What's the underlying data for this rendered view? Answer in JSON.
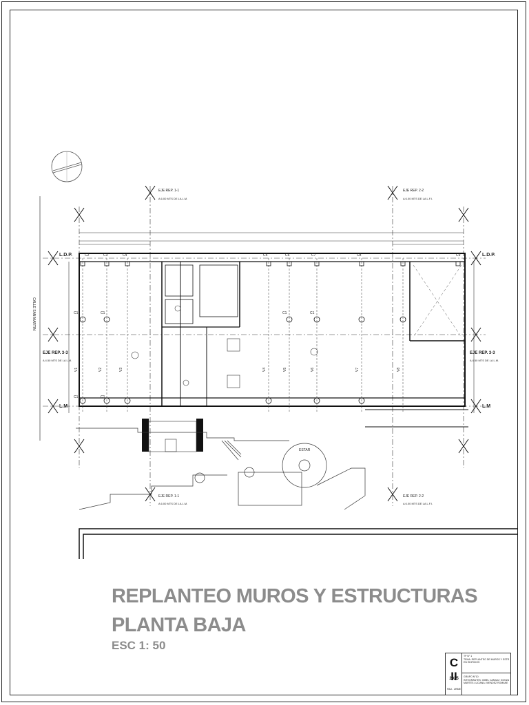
{
  "drawing": {
    "title_line1": "REPLANTEO MUROS Y ESTRUCTURAS",
    "title_line2": "PLANTA BAJA",
    "scale": "ESC 1: 50"
  },
  "plan": {
    "street": "CALLE SAN MARTIN",
    "axis_1_1": "EJE REP. 1-1",
    "axis_1_1_sub": "A 6.00 MTS DE LA L.M.",
    "axis_2_2": "EJE REP. 2-2",
    "axis_2_2_sub": "A 6.00 MTS DE LA L.F.I.",
    "axis_3_3": "EJE REP. 3-3",
    "axis_3_3_sub": "A 4.50 MTS DE LA L.M.",
    "ldp": "L.D.P.",
    "lm": "L.M",
    "ldp_right": "L.D.P.",
    "lm_right": "L.M",
    "columns": [
      "C1",
      "C1",
      "C1",
      "C1",
      "C1",
      "C1",
      "C2",
      "C3",
      "C4",
      "C5",
      "C6",
      "C7",
      "C8",
      "C9"
    ],
    "beams": [
      "V1",
      "V2",
      "V3",
      "V4",
      "V5",
      "V6",
      "V7",
      "V8"
    ],
    "stage_label": "ESTAR"
  },
  "cartouche": {
    "code": "C II",
    "year": "2025",
    "fau": "FAU - UNNE",
    "tp": "TP N° 1",
    "tema": "TEMA: REPLANTEO DE MUROS Y ESTRUCTURAS",
    "sub": "EN EDIFICIOS",
    "grupo": "GRUPO N°10",
    "integrantes": "INTEGRANTES: GIBEL CAMILA / GONZALEZ PAULA B.",
    "integrantes2": "MARTES LUCIANA / MENDEZ ROMANE"
  },
  "colors": {
    "line": "#222222",
    "title": "#8c8c8c",
    "wall_fill": "#111111"
  }
}
